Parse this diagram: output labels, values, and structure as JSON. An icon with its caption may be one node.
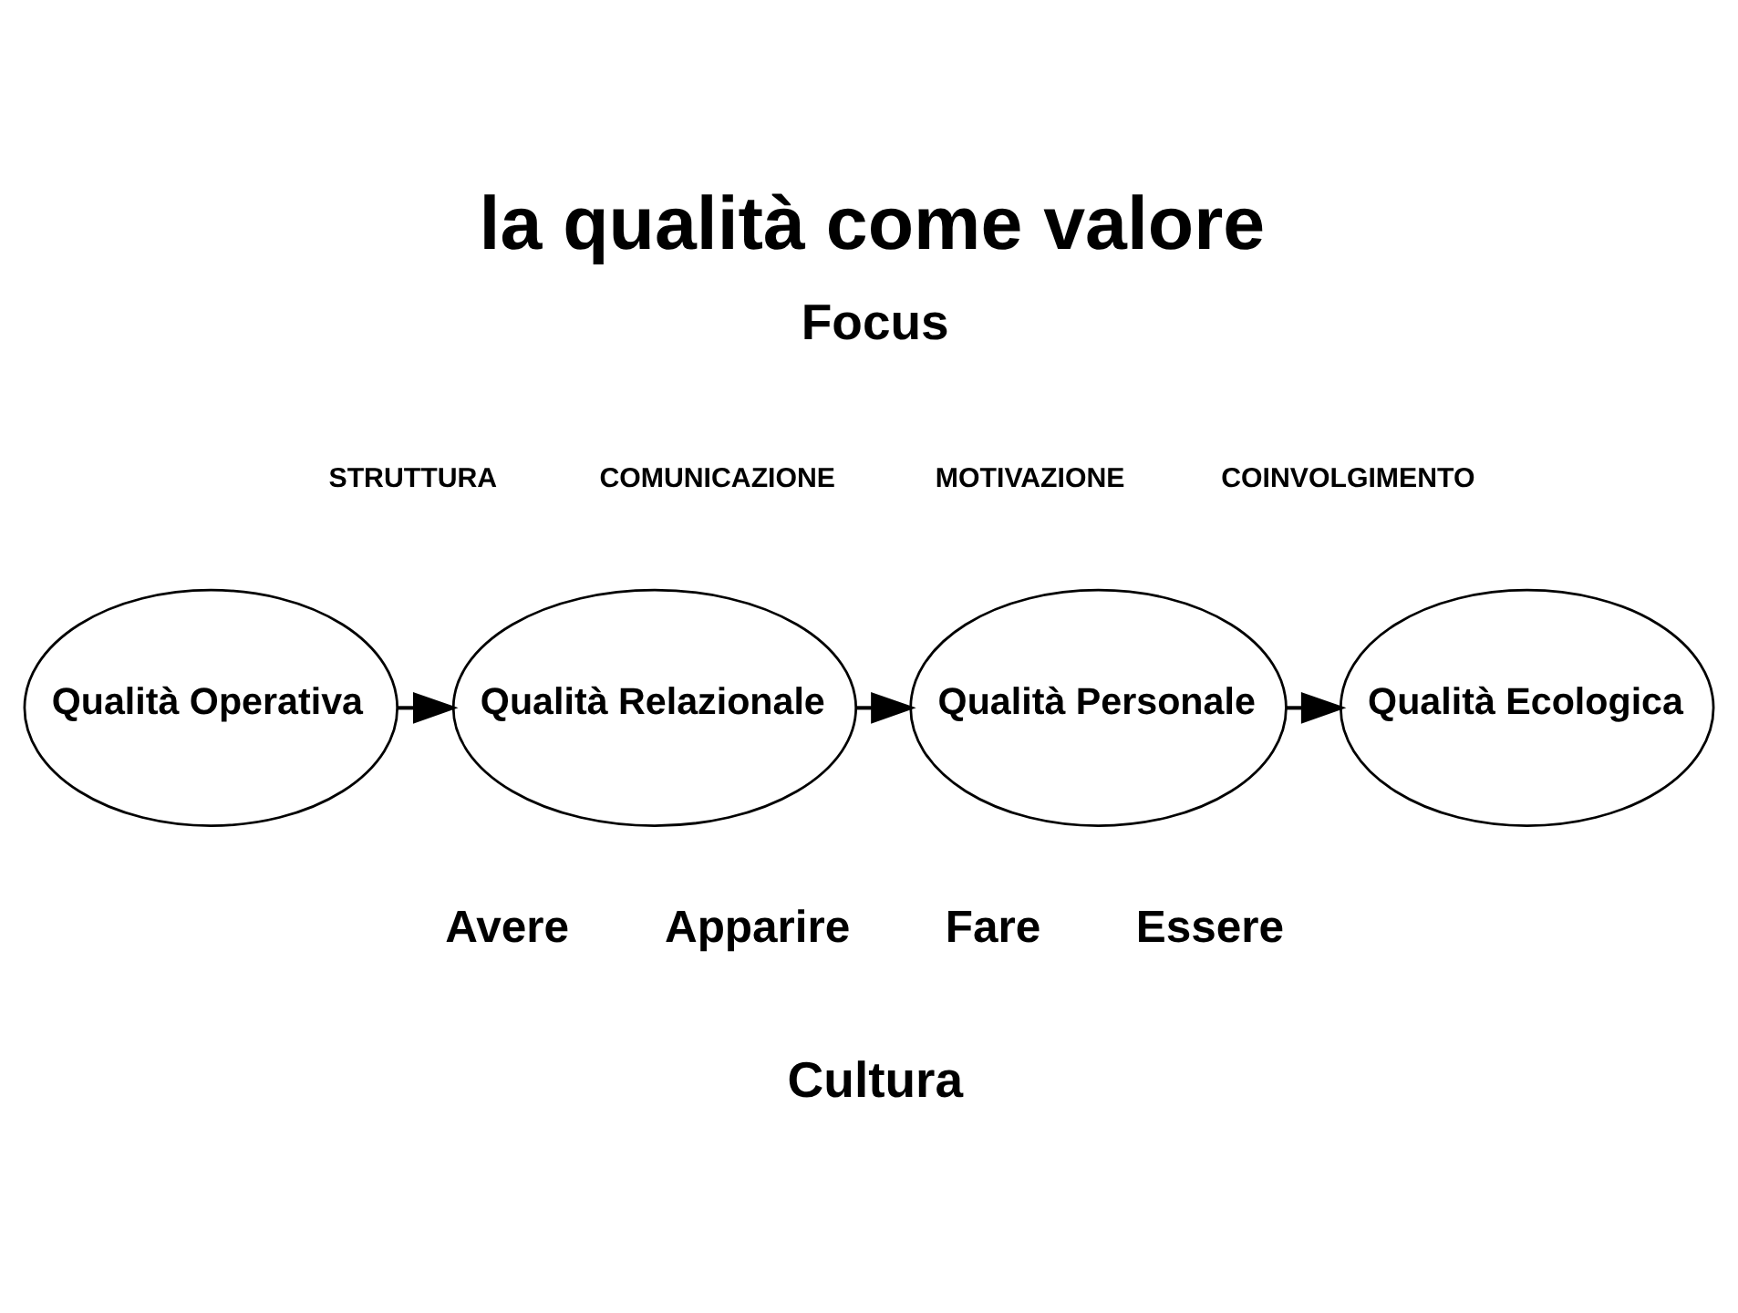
{
  "diagram": {
    "title": "la qualità come valore",
    "nodes": [
      {
        "text": [
          "Qualità Operativa"
        ]
      },
      {
        "text": [
          "Qualità Relazionale"
        ]
      },
      {
        "text": [
          "Qualità Personale"
        ]
      },
      {
        "text": [
          "Qualità Ecologica"
        ]
      }
    ],
    "edges": [
      {
        "from": 0,
        "to": 1,
        "arrow": "to"
      },
      {
        "from": 1,
        "to": 2,
        "arrow": "to"
      },
      {
        "from": 2,
        "to": 3,
        "arrow": "to"
      }
    ],
    "labels": [
      "Focus",
      "STRUTTURA",
      "COMUNICAZIONE",
      "MOTIVAZIONE",
      "COINVOLGIMENTO",
      "Avere",
      "Apparire",
      "Fare",
      "Essere",
      "Cultura"
    ]
  }
}
